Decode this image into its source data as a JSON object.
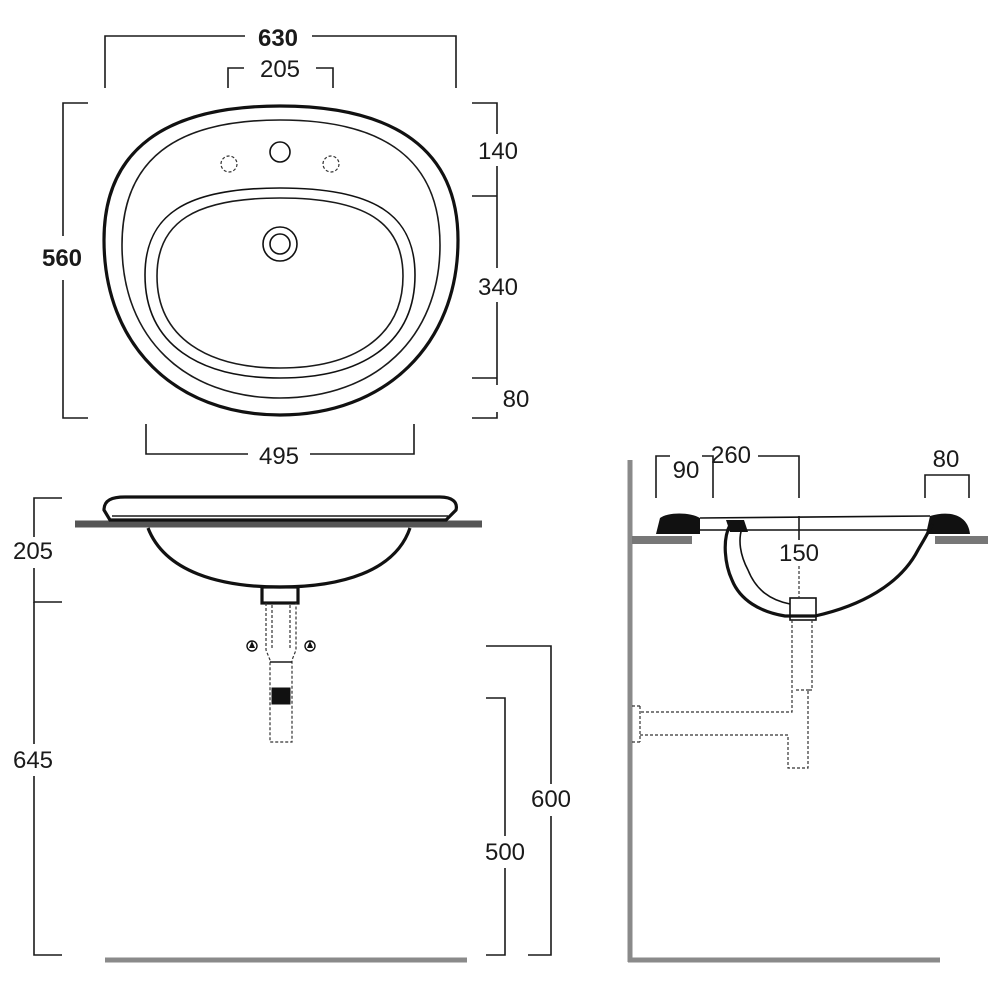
{
  "dimensions": {
    "overall_width": "630",
    "tap_spacing": "205",
    "overall_depth": "560",
    "rear_to_tap": "140",
    "bowl_depth": "340",
    "front_rim": "80",
    "bowl_width": "495",
    "bowl_height": "205",
    "rim_height": "645",
    "waste_high": "600",
    "waste_low": "500",
    "side_rear": "90",
    "side_waste_offset": "260",
    "side_front": "80",
    "side_bowl_depth": "150"
  },
  "colors": {
    "ink": "#111111",
    "floor": "#8a8a8a"
  }
}
